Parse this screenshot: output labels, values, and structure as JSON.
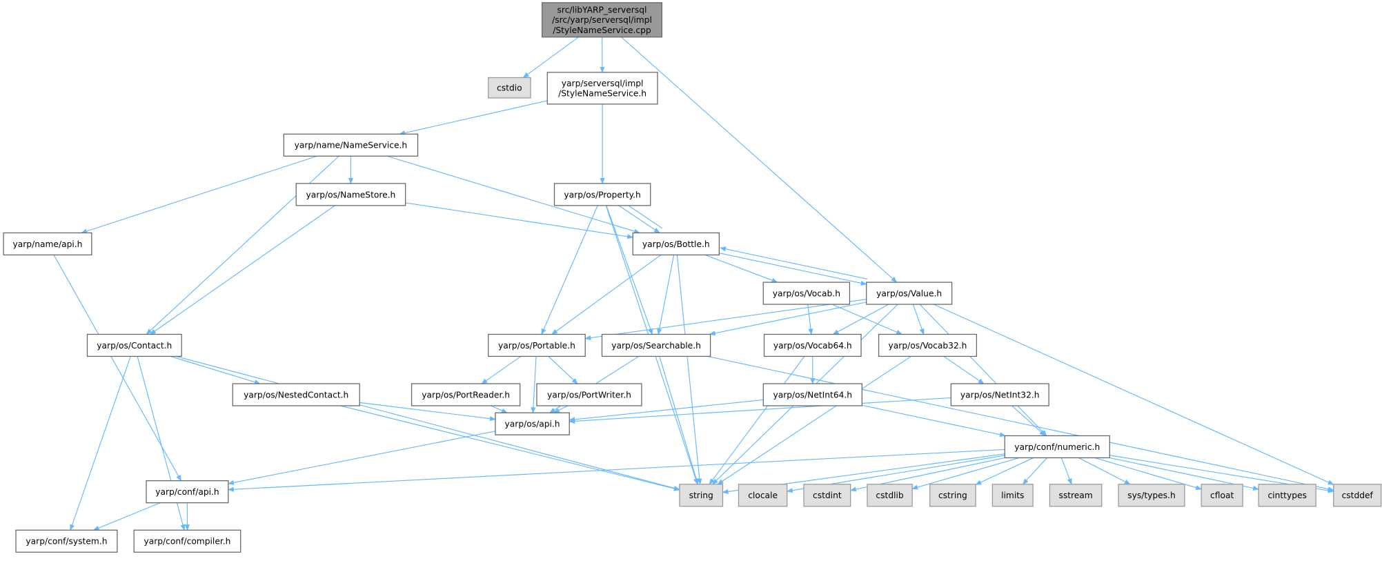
{
  "colors": {
    "edge": "#63b8ff",
    "root_fill": "#999999",
    "node_fill": "#ffffff",
    "system_fill": "#e0e0e0"
  },
  "nodes": {
    "root": {
      "lines": [
        "src/libYARP_serversql",
        "/src/yarp/serversql/impl",
        "/StyleNameService.cpp"
      ],
      "kind": "root"
    },
    "cstdio": {
      "lines": [
        "cstdio"
      ],
      "kind": "sys"
    },
    "sns_h": {
      "lines": [
        "yarp/serversql/impl",
        "/StyleNameService.h"
      ],
      "kind": "file"
    },
    "nameservice": {
      "lines": [
        "yarp/name/NameService.h"
      ],
      "kind": "file"
    },
    "namestore": {
      "lines": [
        "yarp/os/NameStore.h"
      ],
      "kind": "file"
    },
    "property": {
      "lines": [
        "yarp/os/Property.h"
      ],
      "kind": "file"
    },
    "name_api": {
      "lines": [
        "yarp/name/api.h"
      ],
      "kind": "file"
    },
    "bottle": {
      "lines": [
        "yarp/os/Bottle.h"
      ],
      "kind": "file"
    },
    "vocab": {
      "lines": [
        "yarp/os/Vocab.h"
      ],
      "kind": "file"
    },
    "value": {
      "lines": [
        "yarp/os/Value.h"
      ],
      "kind": "file"
    },
    "contact": {
      "lines": [
        "yarp/os/Contact.h"
      ],
      "kind": "file"
    },
    "portable": {
      "lines": [
        "yarp/os/Portable.h"
      ],
      "kind": "file"
    },
    "searchable": {
      "lines": [
        "yarp/os/Searchable.h"
      ],
      "kind": "file"
    },
    "vocab64": {
      "lines": [
        "yarp/os/Vocab64.h"
      ],
      "kind": "file"
    },
    "vocab32": {
      "lines": [
        "yarp/os/Vocab32.h"
      ],
      "kind": "file"
    },
    "nestedcontact": {
      "lines": [
        "yarp/os/NestedContact.h"
      ],
      "kind": "file"
    },
    "portreader": {
      "lines": [
        "yarp/os/PortReader.h"
      ],
      "kind": "file"
    },
    "portwriter": {
      "lines": [
        "yarp/os/PortWriter.h"
      ],
      "kind": "file"
    },
    "netint64": {
      "lines": [
        "yarp/os/NetInt64.h"
      ],
      "kind": "file"
    },
    "netint32": {
      "lines": [
        "yarp/os/NetInt32.h"
      ],
      "kind": "file"
    },
    "os_api": {
      "lines": [
        "yarp/os/api.h"
      ],
      "kind": "file"
    },
    "numeric": {
      "lines": [
        "yarp/conf/numeric.h"
      ],
      "kind": "file"
    },
    "conf_api": {
      "lines": [
        "yarp/conf/api.h"
      ],
      "kind": "file"
    },
    "string": {
      "lines": [
        "string"
      ],
      "kind": "sys"
    },
    "clocale": {
      "lines": [
        "clocale"
      ],
      "kind": "sys"
    },
    "cstdint": {
      "lines": [
        "cstdint"
      ],
      "kind": "sys"
    },
    "cstdlib": {
      "lines": [
        "cstdlib"
      ],
      "kind": "sys"
    },
    "cstring": {
      "lines": [
        "cstring"
      ],
      "kind": "sys"
    },
    "limits": {
      "lines": [
        "limits"
      ],
      "kind": "sys"
    },
    "sstream": {
      "lines": [
        "sstream"
      ],
      "kind": "sys"
    },
    "systypes": {
      "lines": [
        "sys/types.h"
      ],
      "kind": "sys"
    },
    "cfloat": {
      "lines": [
        "cfloat"
      ],
      "kind": "sys"
    },
    "cinttypes": {
      "lines": [
        "cinttypes"
      ],
      "kind": "sys"
    },
    "cstddef": {
      "lines": [
        "cstddef"
      ],
      "kind": "sys"
    },
    "system": {
      "lines": [
        "yarp/conf/system.h"
      ],
      "kind": "file"
    },
    "compiler": {
      "lines": [
        "yarp/conf/compiler.h"
      ],
      "kind": "file"
    }
  },
  "edges": [
    [
      "root",
      "cstdio"
    ],
    [
      "root",
      "sns_h"
    ],
    [
      "root",
      "value"
    ],
    [
      "sns_h",
      "nameservice"
    ],
    [
      "sns_h",
      "property"
    ],
    [
      "nameservice",
      "name_api"
    ],
    [
      "nameservice",
      "contact"
    ],
    [
      "nameservice",
      "namestore"
    ],
    [
      "nameservice",
      "bottle"
    ],
    [
      "namestore",
      "contact"
    ],
    [
      "namestore",
      "bottle"
    ],
    [
      "property",
      "string"
    ],
    [
      "property",
      "bottle"
    ],
    [
      "property",
      "portable"
    ],
    [
      "property",
      "searchable"
    ],
    [
      "bottle",
      "property"
    ],
    [
      "bottle",
      "portable"
    ],
    [
      "bottle",
      "searchable"
    ],
    [
      "bottle",
      "string"
    ],
    [
      "bottle",
      "vocab"
    ],
    [
      "bottle",
      "value"
    ],
    [
      "value",
      "bottle"
    ],
    [
      "value",
      "portable"
    ],
    [
      "value",
      "searchable"
    ],
    [
      "value",
      "vocab64"
    ],
    [
      "value",
      "vocab32"
    ],
    [
      "value",
      "string"
    ],
    [
      "value",
      "numeric"
    ],
    [
      "value",
      "cstddef"
    ],
    [
      "vocab",
      "vocab64"
    ],
    [
      "vocab",
      "vocab32"
    ],
    [
      "name_api",
      "conf_api"
    ],
    [
      "contact",
      "nestedcontact"
    ],
    [
      "contact",
      "system"
    ],
    [
      "contact",
      "compiler"
    ],
    [
      "contact",
      "string"
    ],
    [
      "portable",
      "portreader"
    ],
    [
      "portable",
      "portwriter"
    ],
    [
      "portable",
      "os_api"
    ],
    [
      "searchable",
      "os_api"
    ],
    [
      "searchable",
      "string"
    ],
    [
      "searchable",
      "cstddef"
    ],
    [
      "vocab64",
      "netint64"
    ],
    [
      "vocab64",
      "string"
    ],
    [
      "vocab32",
      "netint32"
    ],
    [
      "vocab32",
      "string"
    ],
    [
      "nestedcontact",
      "os_api"
    ],
    [
      "nestedcontact",
      "string"
    ],
    [
      "portreader",
      "os_api"
    ],
    [
      "portwriter",
      "os_api"
    ],
    [
      "netint64",
      "os_api"
    ],
    [
      "netint64",
      "numeric"
    ],
    [
      "netint32",
      "os_api"
    ],
    [
      "netint32",
      "numeric"
    ],
    [
      "os_api",
      "conf_api"
    ],
    [
      "numeric",
      "conf_api"
    ],
    [
      "numeric",
      "string"
    ],
    [
      "numeric",
      "clocale"
    ],
    [
      "numeric",
      "cstdint"
    ],
    [
      "numeric",
      "cstdlib"
    ],
    [
      "numeric",
      "cstring"
    ],
    [
      "numeric",
      "limits"
    ],
    [
      "numeric",
      "sstream"
    ],
    [
      "numeric",
      "systypes"
    ],
    [
      "numeric",
      "cfloat"
    ],
    [
      "numeric",
      "cinttypes"
    ],
    [
      "numeric",
      "cstddef"
    ],
    [
      "conf_api",
      "system"
    ],
    [
      "conf_api",
      "compiler"
    ]
  ]
}
